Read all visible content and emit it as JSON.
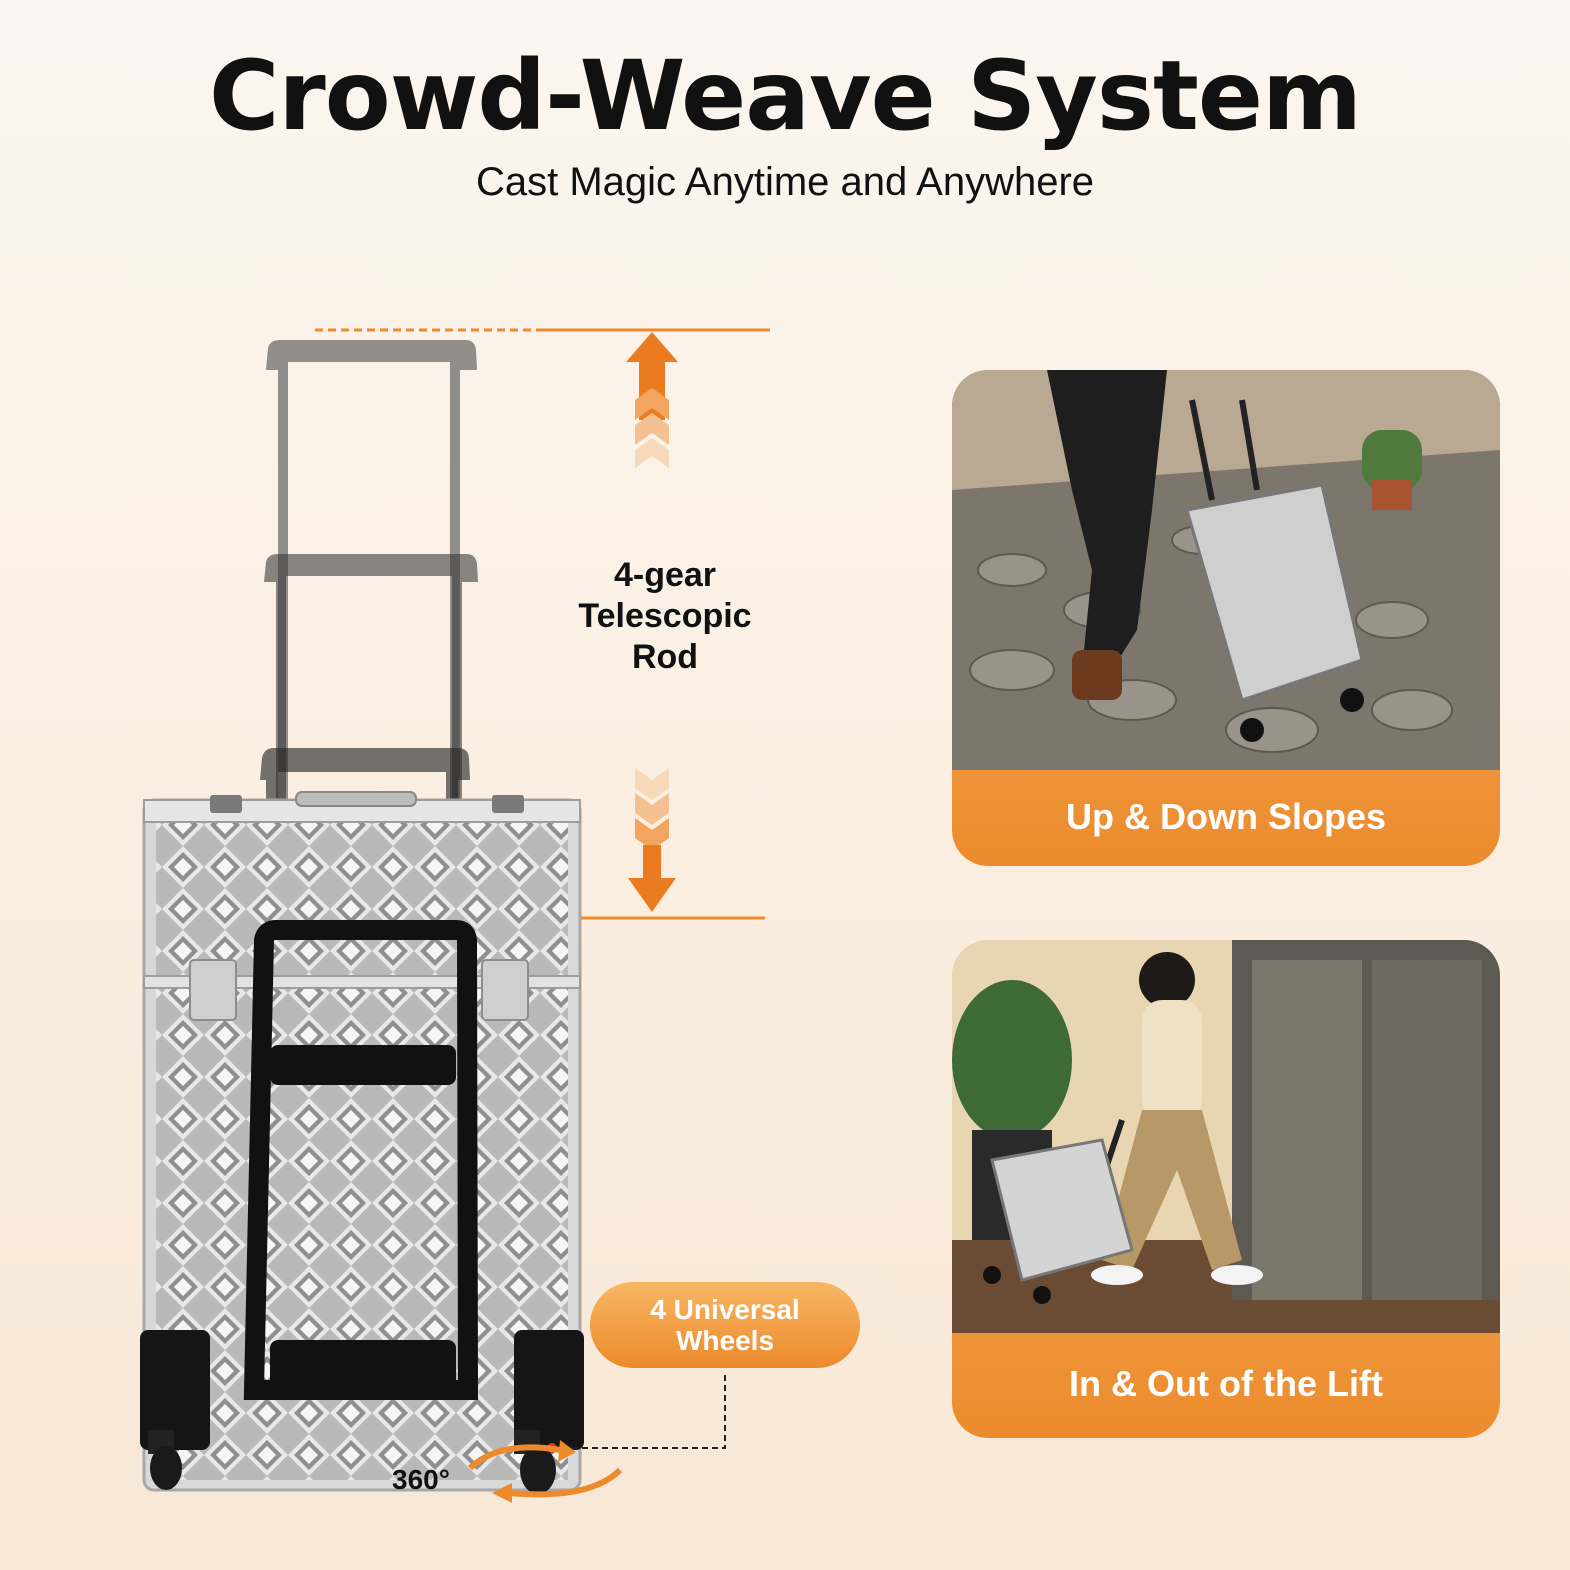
{
  "header": {
    "title": "Crowd-Weave System",
    "subtitle": "Cast Magic Anytime and Anywhere"
  },
  "product": {
    "rod_label": "4-gear Telescopic Rod",
    "wheels_label_line1": "4 Universal",
    "wheels_label_line2": "Wheels",
    "rotation_label": "360°"
  },
  "scenes": [
    {
      "caption": "Up & Down Slopes"
    },
    {
      "caption": "In & Out of the Lift"
    }
  ],
  "colors": {
    "accent": "#ec8a2c",
    "accent_light": "#f7b764",
    "background": "#fbf3ea"
  }
}
